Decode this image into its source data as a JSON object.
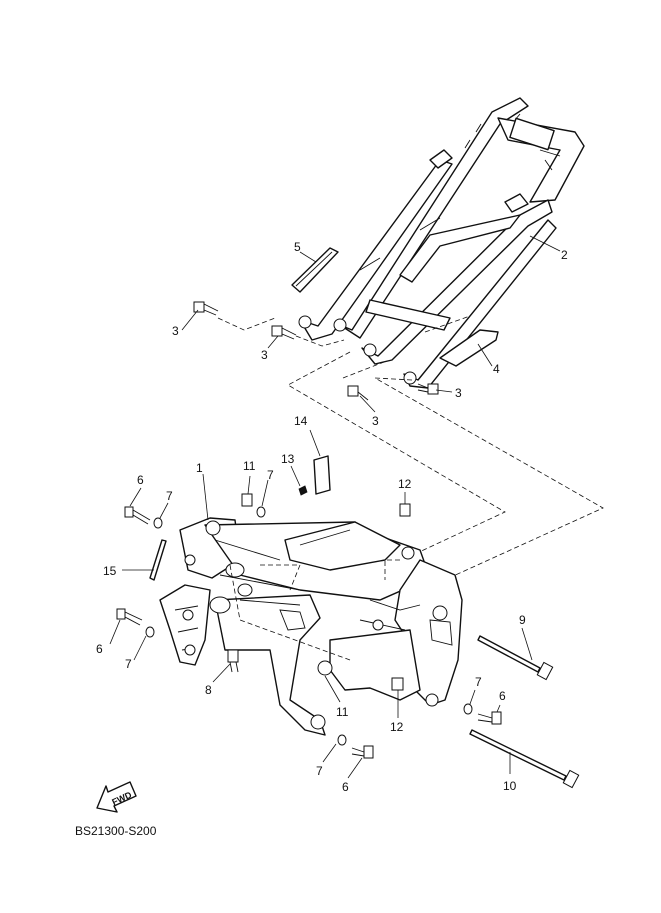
{
  "diagram_code": "BS21300-S200",
  "fwd_label": "FWD",
  "callouts": {
    "c1": "1",
    "c2": "2",
    "c3a": "3",
    "c3b": "3",
    "c3c": "3",
    "c3d": "3",
    "c4": "4",
    "c5": "5",
    "c6a": "6",
    "c6b": "6",
    "c6c": "6",
    "c6d": "6",
    "c7a": "7",
    "c7b": "7",
    "c7c": "7",
    "c7d": "7",
    "c7e": "7",
    "c8": "8",
    "c9": "9",
    "c10": "10",
    "c11a": "11",
    "c11b": "11",
    "c12a": "12",
    "c12b": "12",
    "c13": "13",
    "c14": "14",
    "c15": "15"
  }
}
